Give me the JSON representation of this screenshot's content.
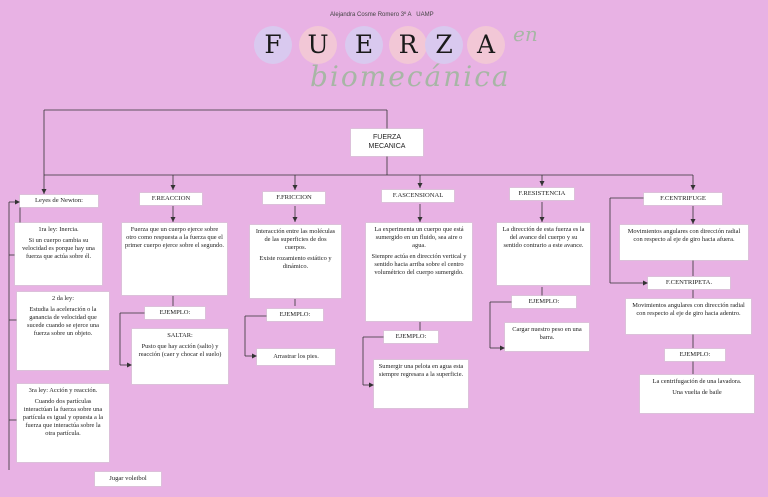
{
  "header": {
    "author": "Alejandra Cosme Romero 3º A   UAMP",
    "title_letters": [
      "F",
      "U",
      "E",
      "R",
      "Z",
      "A"
    ],
    "title_suffix": "en",
    "subtitle": "biomecánica"
  },
  "root": {
    "label": "FUERZA\nMECANICA"
  },
  "columns": {
    "newton": {
      "title": "Leyes de Newton:",
      "law1": {
        "title": "1ra ley: Inercia.",
        "text": "Si un cuerpo cambia su velocidad es porque hay una fuerza que actúa sobre él."
      },
      "law2": {
        "title": "2 da ley:",
        "text": "Estudia la aceleración o la ganancia de velocidad que sucede cuando se ejerce una fuerza sobre un objeto."
      },
      "law3": {
        "title": "3ra ley: Acción y reacción.",
        "text": "Cuando dos partículas interactúan la fuerza sobre una partícula es igual y opuesta a la fuerza que interactúa sobre la otra partícula."
      },
      "example": "Jugar voleibol"
    },
    "reaccion": {
      "title": "F.REACCION",
      "text": "Fuerza que un cuerpo ejerce sobre otro como respuesta a la fuerza que el primer cuerpo ejerce sobre el segundo.",
      "example_label": "EJEMPLO:",
      "example_title": "SALTAR:",
      "example_text": "Pusto que hay acción (salto) y reacción (caer y chocar el suelo)"
    },
    "friccion": {
      "title": "F.FRICCION",
      "text": "Interacción entre las moléculas de las superficies de dos cuerpos.",
      "text2": "Existe rozamiento estático y dinámico.",
      "example_label": "EJEMPLO:",
      "example_text": "Arrastrar los pies."
    },
    "ascensional": {
      "title": "F.ASCENSIONAL",
      "text": "La experimenta un cuerpo que está sumergido en un fluido, sea aire o agua.",
      "text2": "Siempre actúa en dirección vertical y sentido hacia arriba sobre el centro volumétrico del cuerpo sumergido.",
      "example_label": "EJEMPLO:",
      "example_text": "Sumergir una pelota en agua esta siempre regresara a la superficie."
    },
    "resistencia": {
      "title": "F.RESISTENCIA",
      "text": "La dirección de esta fuerza es la del avance del cuerpo y su sentido contrario a este avance.",
      "example_label": "EJEMPLO:",
      "example_text": "Cargar nuestro peso en una barra."
    },
    "centrifuga": {
      "title": "F.CENTRIFUGE",
      "text": "Movimientos angulares con dirección radial con respecto al eje de giro hacia afuera.",
      "centripeta_title": "F.CENTRIPETA.",
      "centripeta_text": "Movimientos angulares con dirección radial con respecto al eje de giro hacia adentro.",
      "example_label": "EJEMPLO:",
      "example_text": "La centrifugación de una lavadora.",
      "example_text2": "Una vuelta de baile"
    }
  },
  "colors": {
    "background": "#e8b2e4",
    "circle": "#d9c9ef",
    "circle_alt": "#f2c7d6",
    "script": "#a7b6a5",
    "line": "#333333"
  }
}
